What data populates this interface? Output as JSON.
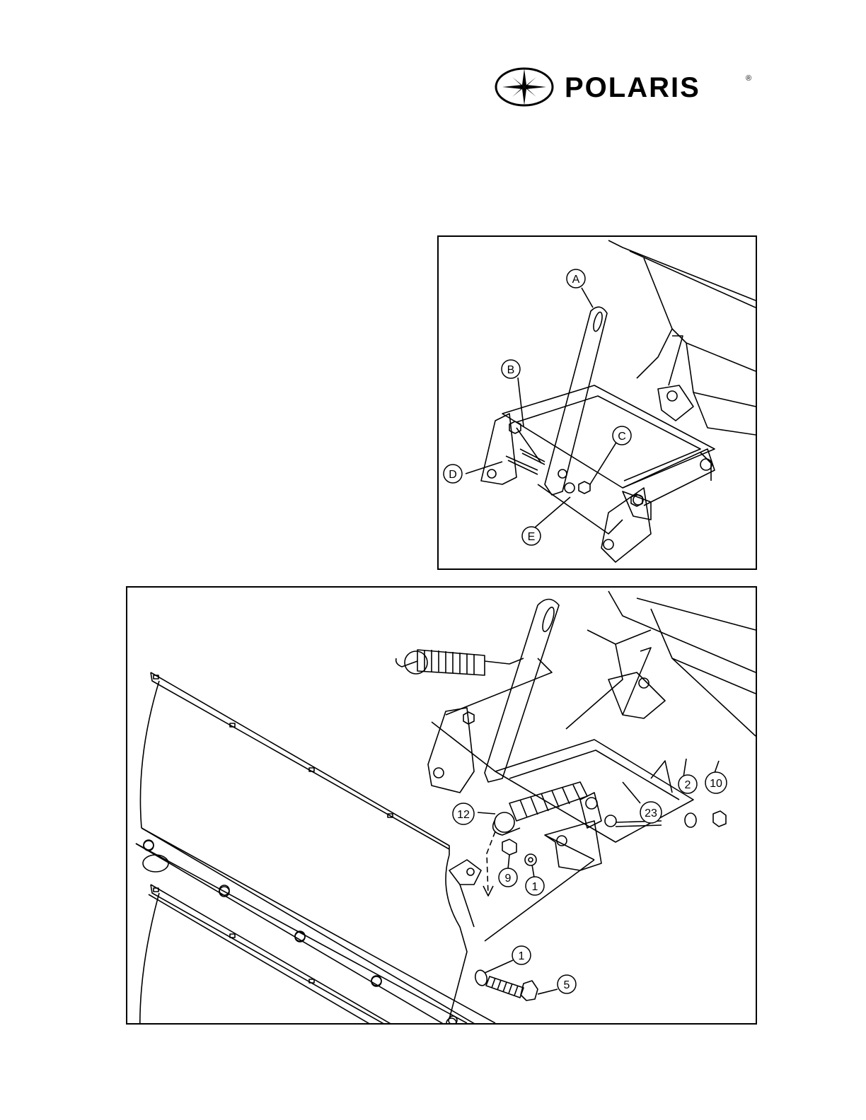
{
  "brand": {
    "name": "POLARIS",
    "mark": "®"
  },
  "figure_top": {
    "callouts": [
      "A",
      "B",
      "C",
      "D",
      "E"
    ]
  },
  "figure_bottom": {
    "callouts": [
      "2",
      "10",
      "12",
      "23",
      "9",
      "1",
      "1",
      "5"
    ]
  }
}
